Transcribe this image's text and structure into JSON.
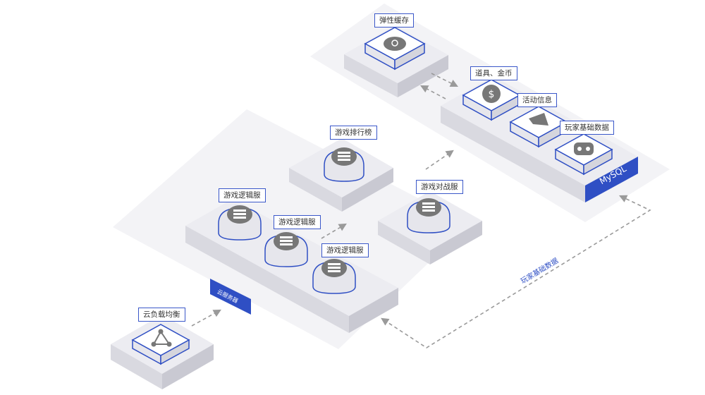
{
  "nodes": {
    "elastic_cache": "弹性缓存",
    "items_gold": "道具、金币",
    "activity_info": "活动信息",
    "player_base_data": "玩家基础数据",
    "leaderboard": "游戏排行榜",
    "battle_server": "游戏对战服",
    "logic_server_1": "游戏逻辑服",
    "logic_server_2": "游戏逻辑服",
    "logic_server_3": "游戏逻辑服",
    "load_balancer": "云负载均衡"
  },
  "groups": {
    "mysql": "MySQL",
    "cloud_server": "云服务器"
  },
  "edges": {
    "player_data_flow": "玩家基础数据"
  },
  "colors": {
    "accent": "#2f4fc4",
    "platform_top": "#ececf1",
    "platform_left": "#d9d9e0",
    "platform_right": "#c9c9d2",
    "arrow": "#9a9a9a"
  }
}
